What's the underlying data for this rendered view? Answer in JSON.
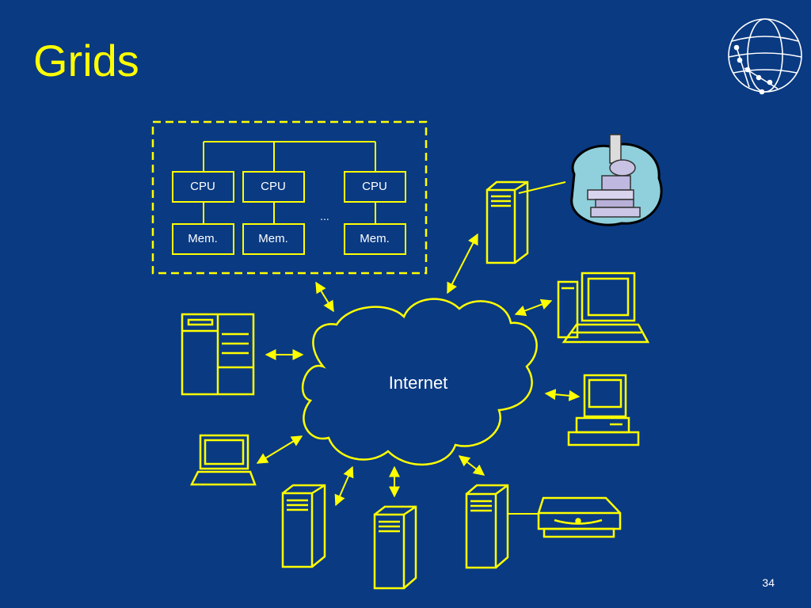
{
  "slide": {
    "title": "Grids",
    "page_number": "34"
  },
  "cluster": {
    "cpu_labels": [
      "CPU",
      "CPU",
      "CPU"
    ],
    "mem_labels": [
      "Mem.",
      "Mem.",
      "Mem."
    ],
    "ellipsis": "..."
  },
  "network": {
    "cloud_label": "Internet"
  },
  "colors": {
    "background": "#0a3a82",
    "accent": "#ffff00",
    "text": "#ffffff"
  },
  "icons": [
    "globe-logo-icon",
    "microscope-icon",
    "server-tower-icon",
    "desktop-computer-icon",
    "laptop-icon",
    "mainframe-icon",
    "disk-drive-icon"
  ]
}
